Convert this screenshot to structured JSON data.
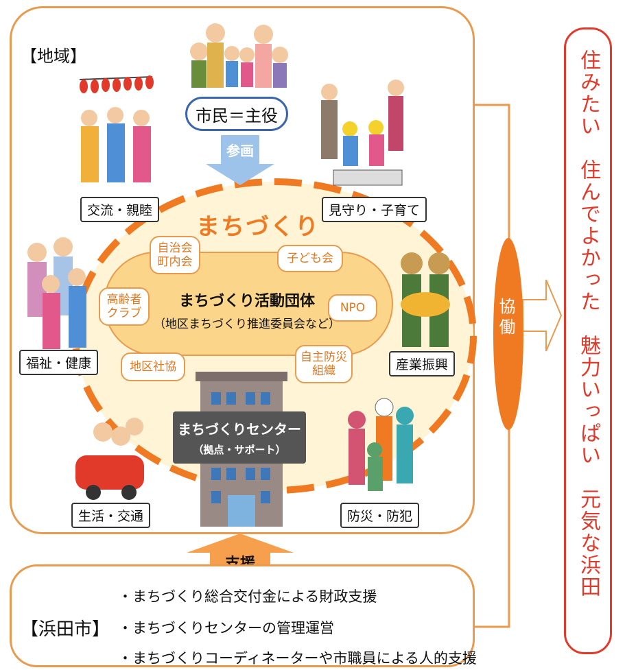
{
  "region": {
    "title": "【地域】",
    "citizen_label": "市民＝主役",
    "participation_label": "参画",
    "machizukuri_label": "まちづくり",
    "center_title": "まちづくり活動団体",
    "center_subtitle": "（地区まちづくり推進委員会など）",
    "pills": {
      "jichikai": "自治会\n町内会",
      "kodomokai": "子ども会",
      "koureisha": "高齢者\nクラブ",
      "npo": "NPO",
      "chikusha": "地区社協",
      "bousai_soshiki": "自主防災\n組織"
    },
    "labels": {
      "kouryu": "交流・親睦",
      "mimamori": "見守り・子育て",
      "fukushi": "福祉・健康",
      "sangyou": "産業振興",
      "seikatsu": "生活・交通",
      "bousai": "防災・防犯"
    },
    "center_building_title": "まちづくりセンター",
    "center_building_subtitle": "（拠点・サポート）"
  },
  "support_label": "支援",
  "city": {
    "title": "【浜田市】",
    "items": [
      "・まちづくり総合交付金による財政支援",
      "・まちづくりセンターの管理運営",
      "・まちづくりコーディネーターや市職員による人的支援"
    ]
  },
  "kyoudou_label": "協働",
  "outcome_text": "住みたい　住んでよかった　魅力いっぱい　元気な浜田",
  "colors": {
    "orange": "#e99a4d",
    "dark_orange": "#e2771f",
    "yellow_fill": "#fbd68a",
    "red": "#e23a2a"
  }
}
